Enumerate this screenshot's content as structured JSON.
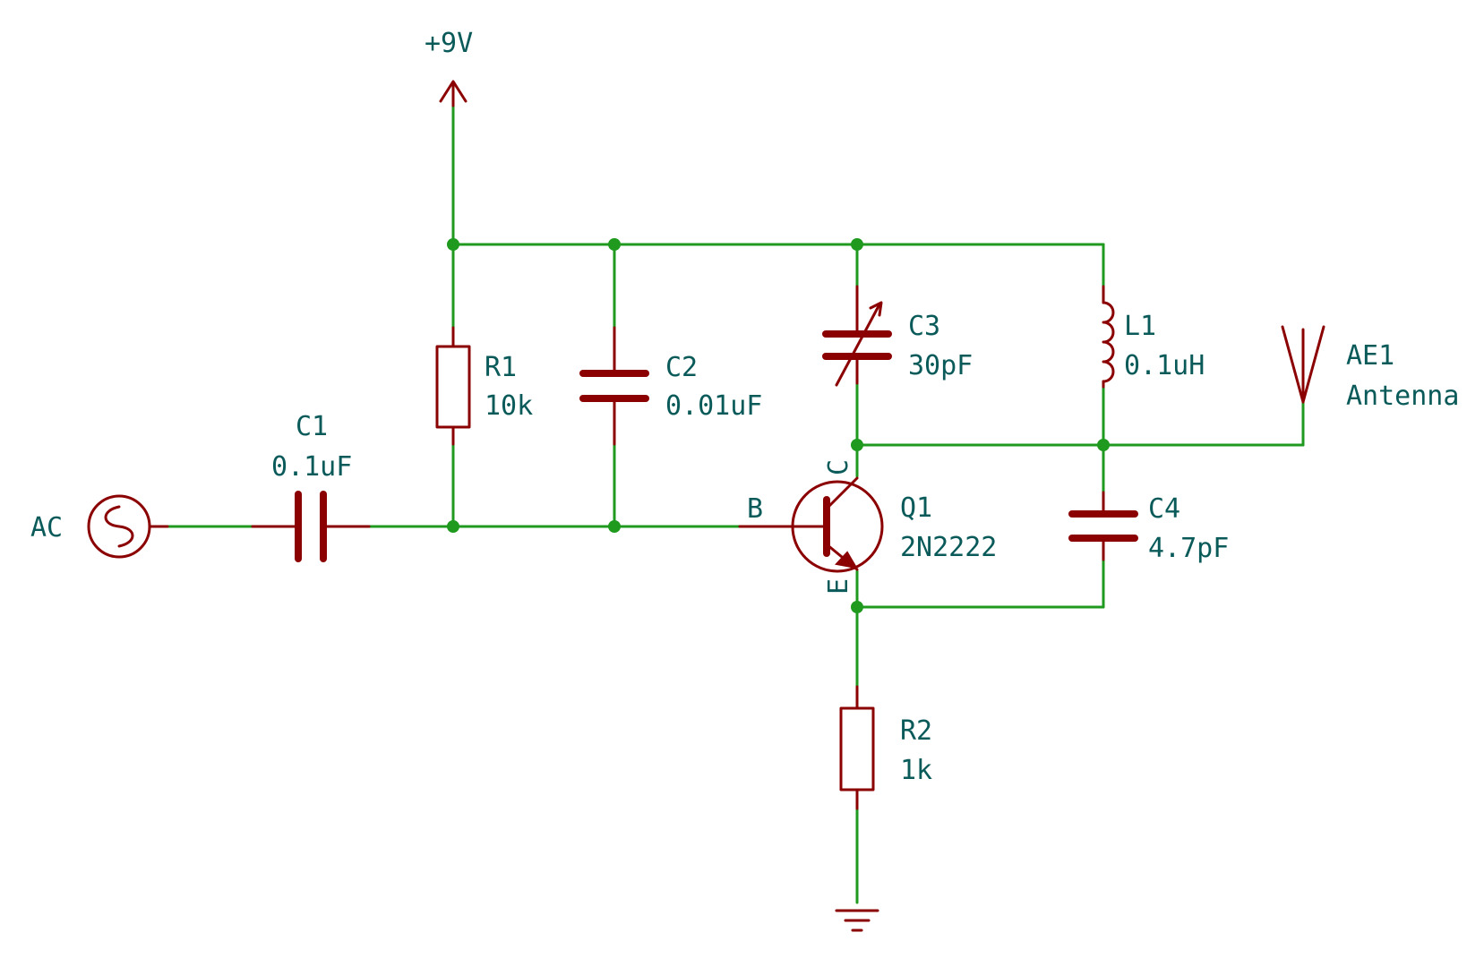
{
  "power": {
    "label": "+9V"
  },
  "source": {
    "label": "AC"
  },
  "components": {
    "C1": {
      "ref": "C1",
      "value": "0.1uF"
    },
    "R1": {
      "ref": "R1",
      "value": "10k"
    },
    "C2": {
      "ref": "C2",
      "value": "0.01uF"
    },
    "C3": {
      "ref": "C3",
      "value": "30pF"
    },
    "L1": {
      "ref": "L1",
      "value": "0.1uH"
    },
    "AE1": {
      "ref": "AE1",
      "value": "Antenna"
    },
    "Q1": {
      "ref": "Q1",
      "value": "2N2222"
    },
    "C4": {
      "ref": "C4",
      "value": "4.7pF"
    },
    "R2": {
      "ref": "R2",
      "value": "1k"
    }
  },
  "pins": {
    "base": "B",
    "collector": "C",
    "emitter": "E"
  },
  "colors": {
    "wire": "#1f9a1f",
    "component": "#8b0000",
    "label": "#0a5a5a"
  }
}
